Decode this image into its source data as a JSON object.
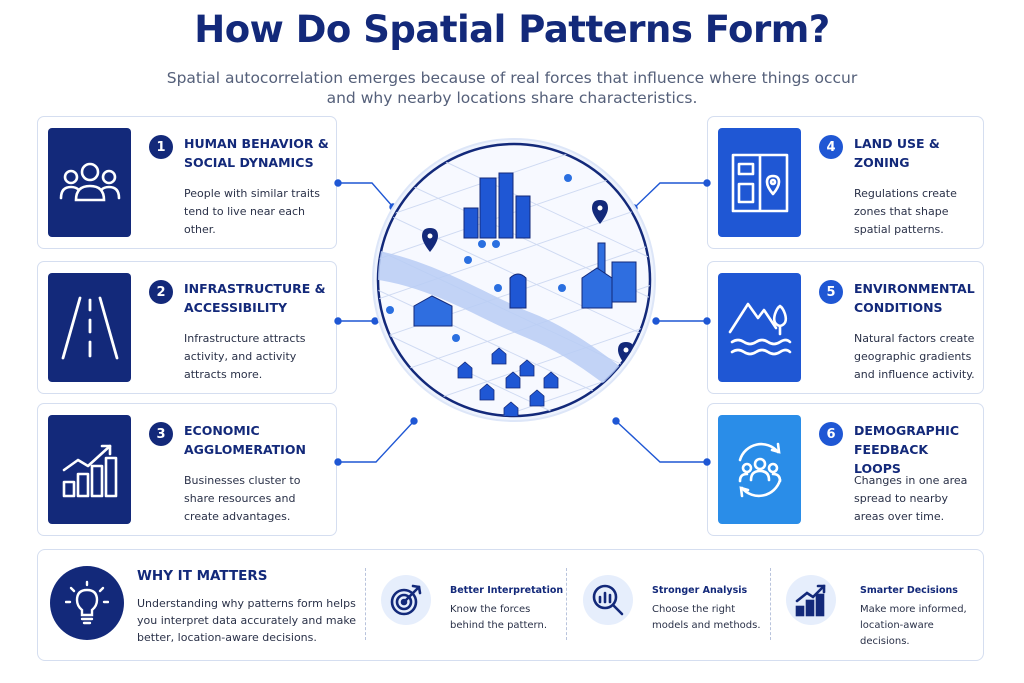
{
  "title": "How Do Spatial Patterns Form?",
  "subtitle": "Spatial autocorrelation emerges because of real forces that influence where things occur and why nearby locations share characteristics.",
  "colors": {
    "navy": "#13297a",
    "blue": "#1f57d4",
    "light_blue": "#2a8de8"
  },
  "cards": [
    {
      "number": "1",
      "title": "HUMAN BEHAVIOR & SOCIAL DYNAMICS",
      "description": "People with similar traits tend to live near each other.",
      "icon": "people-icon"
    },
    {
      "number": "2",
      "title": "INFRASTRUCTURE & ACCESSIBILITY",
      "description": "Infrastructure attracts activity, and activity attracts more.",
      "icon": "road-icon"
    },
    {
      "number": "3",
      "title": "ECONOMIC AGGLOMERATION",
      "description": "Businesses cluster to share resources and create advantages.",
      "icon": "bar-chart-growth-icon"
    },
    {
      "number": "4",
      "title": "LAND USE & ZONING",
      "description": "Regulations create zones that shape spatial patterns.",
      "icon": "zoning-map-icon"
    },
    {
      "number": "5",
      "title": "ENVIRONMENTAL CONDITIONS",
      "description": "Natural factors create geographic gradients and influence activity.",
      "icon": "mountain-tree-water-icon"
    },
    {
      "number": "6",
      "title": "DEMOGRAPHIC FEEDBACK LOOPS",
      "description": "Changes in one area spread to nearby areas over time.",
      "icon": "people-cycle-icon"
    }
  ],
  "why_it_matters": {
    "title": "WHY IT MATTERS",
    "description": "Understanding why patterns form helps you interpret data accurately and make better, location-aware decisions.",
    "icon": "lightbulb-icon",
    "benefits": [
      {
        "title": "Better Interpretation",
        "description": "Know the forces behind the pattern.",
        "icon": "target-icon"
      },
      {
        "title": "Stronger Analysis",
        "description": "Choose the right models and methods.",
        "icon": "magnifier-chart-icon"
      },
      {
        "title": "Smarter Decisions",
        "description": "Make more informed, location-aware decisions.",
        "icon": "growth-chart-icon"
      }
    ]
  }
}
